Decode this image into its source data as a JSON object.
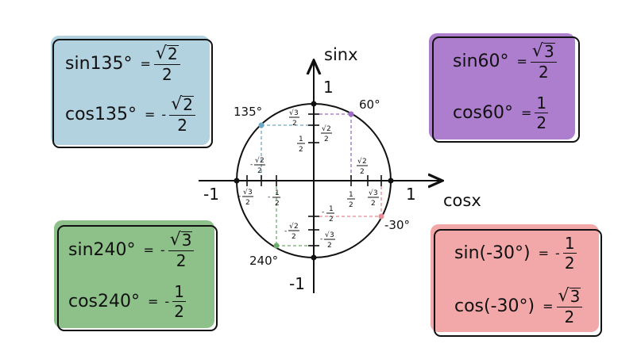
{
  "axes": {
    "y_label": "sinx",
    "x_label": "cosx",
    "pos_one_x": "1",
    "neg_one_x": "-1",
    "pos_one_y": "1",
    "neg_one_y": "-1"
  },
  "angles": {
    "a135": "135°",
    "a60": "60°",
    "am30": "-30°",
    "a240": "240°"
  },
  "ticks": {
    "sqrt3": "3",
    "sqrt2": "2",
    "two": "2",
    "one": "1",
    "minus": "-"
  },
  "cards": {
    "c135": {
      "sin_lhs": "sin135°",
      "sin_sign": "",
      "sin_num": "2",
      "sin_den": "2",
      "cos_lhs": "cos135°",
      "cos_sign": "-",
      "cos_num": "2",
      "cos_den": "2",
      "eq": "="
    },
    "c60": {
      "sin_lhs": "sin60°",
      "sin_num": "3",
      "sin_den": "2",
      "cos_lhs": "cos60°",
      "cos_num": "1",
      "cos_den": "2",
      "eq": "="
    },
    "c240": {
      "sin_lhs": "sin240°",
      "sin_sign": "-",
      "sin_num": "3",
      "sin_den": "2",
      "cos_lhs": "cos240°",
      "cos_sign": "-",
      "cos_num": "1",
      "cos_den": "2",
      "eq": "="
    },
    "cm30": {
      "sin_lhs": "sin(-30°)",
      "sin_sign": "-",
      "sin_num": "1",
      "sin_den": "2",
      "cos_lhs": "cos(-30°)",
      "cos_num": "3",
      "cos_den": "2",
      "eq": "="
    }
  },
  "colors": {
    "blue": "#b2d2e0",
    "purple": "#ad7ecd",
    "green": "#8ec18a",
    "pink": "#f2a8a8",
    "dash_blue": "#6fa8c6",
    "dash_purple": "#9a6cc4",
    "dash_green": "#6cae6c",
    "dash_pink": "#e88b95"
  }
}
